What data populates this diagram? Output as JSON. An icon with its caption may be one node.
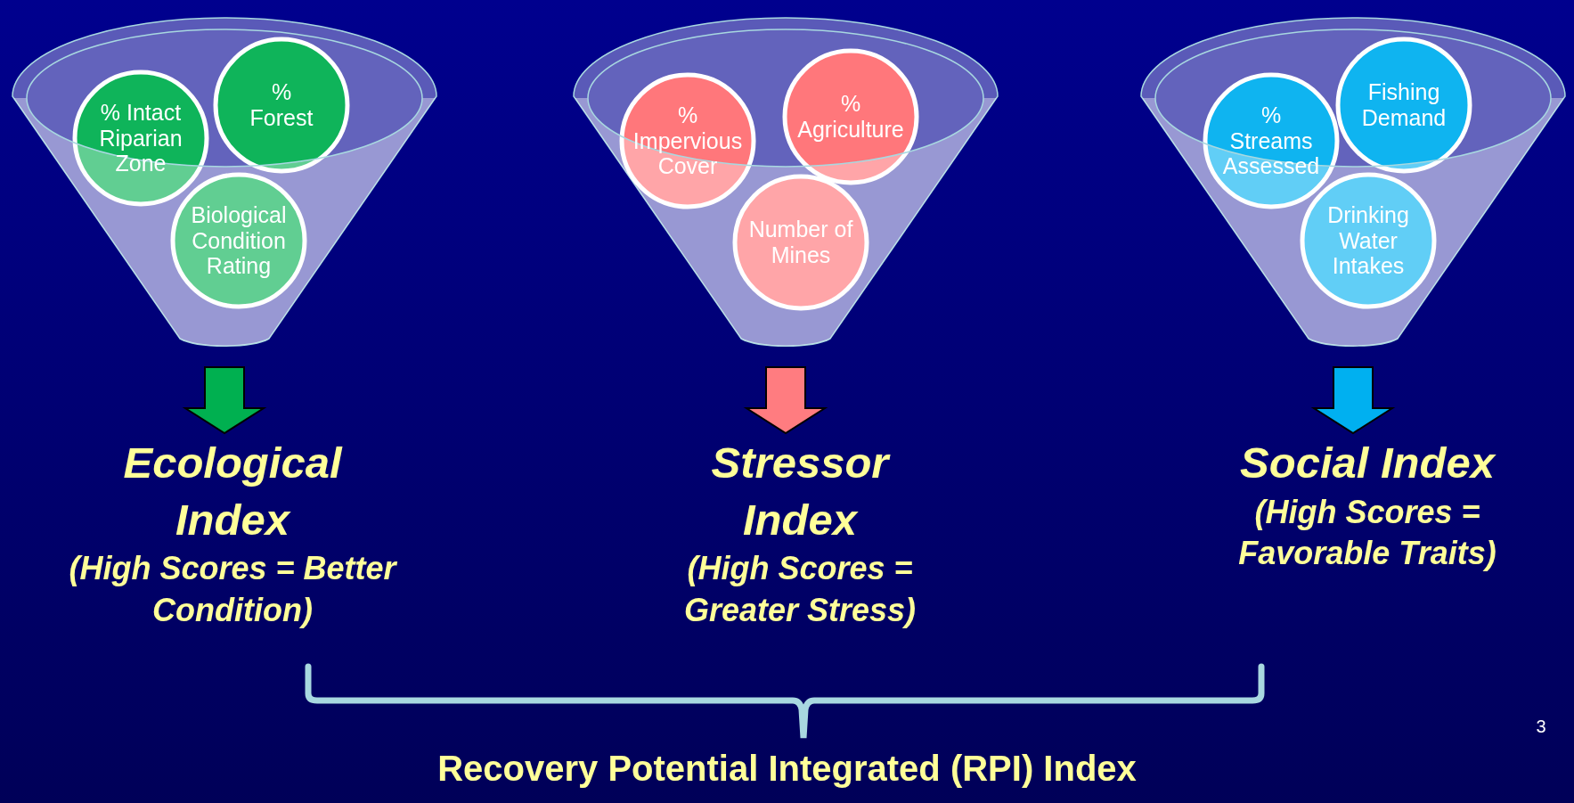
{
  "diagram": {
    "nodes": [
      {
        "text": [],
        "shape": "funnel"
      },
      {
        "text": [
          "% Intact Riparian Zone"
        ],
        "in": 0
      },
      {
        "text": [
          "% Forest"
        ],
        "in": 0
      },
      {
        "text": [
          "Biological Condition Rating"
        ],
        "in": 0
      },
      {
        "text": [],
        "shape": "funnel"
      },
      {
        "text": [
          "% Impervious Cover"
        ],
        "in": 4
      },
      {
        "text": [
          "% Agriculture"
        ],
        "in": 4
      },
      {
        "text": [
          "Number of Mines"
        ],
        "in": 4
      },
      {
        "text": [],
        "shape": "funnel"
      },
      {
        "text": [
          "% Streams Assessed"
        ],
        "in": 8
      },
      {
        "text": [
          "Fishing Demand"
        ],
        "in": 8
      },
      {
        "text": [
          "Drinking Water Intakes"
        ],
        "in": 8
      },
      {
        "text": [
          "Ecological Index",
          "(High Scores = Better Condition)"
        ]
      },
      {
        "text": [
          "Stressor Index",
          "(High Scores = Greater Stress)"
        ]
      },
      {
        "text": [
          "Social Index",
          "(High Scores = Favorable Traits)"
        ]
      }
    ],
    "edges": [
      {
        "from": 0,
        "to": 12,
        "arrow": "to",
        "style": "thick",
        "color": "#00b050"
      },
      {
        "from": 4,
        "to": 13,
        "arrow": "to",
        "style": "thick",
        "color": "#ff7c80"
      },
      {
        "from": 8,
        "to": 14,
        "arrow": "to",
        "style": "thick",
        "color": "#00b0f0"
      }
    ],
    "labels": [
      "Recovery Potential Integrated (RPI) Index",
      "3"
    ]
  }
}
